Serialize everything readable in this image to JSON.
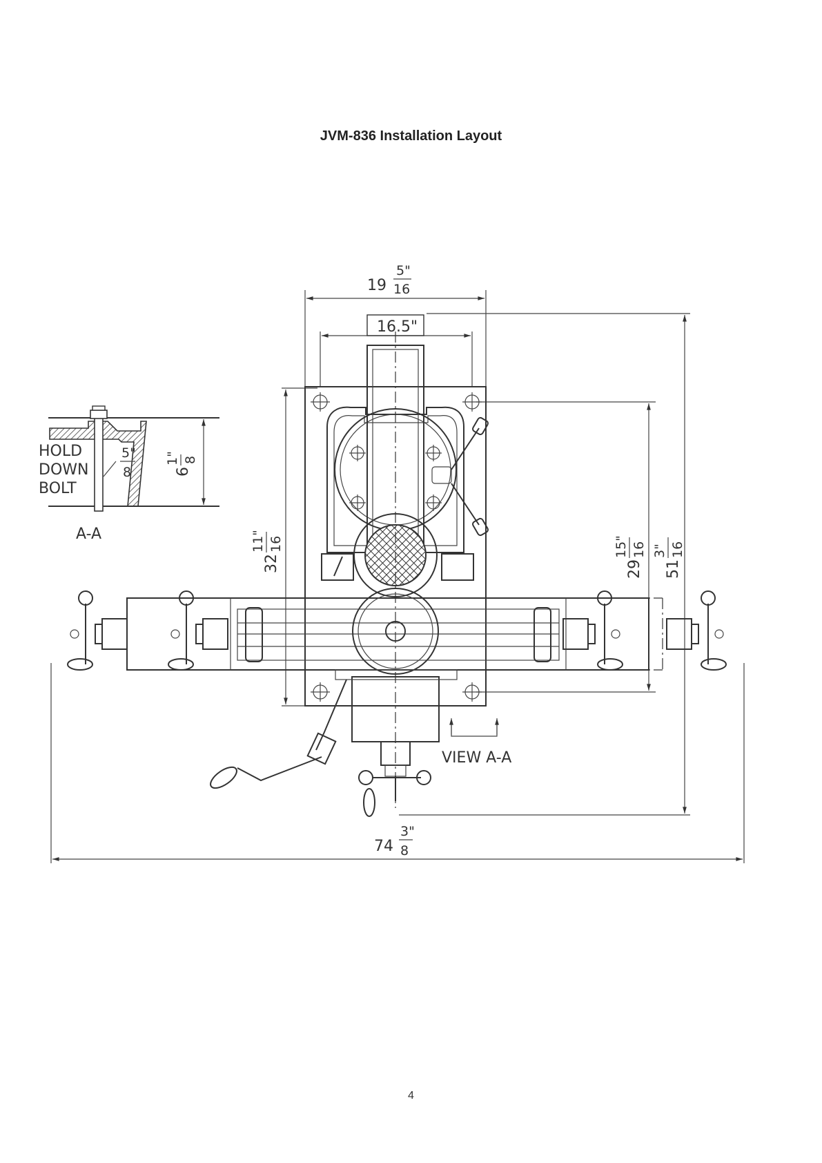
{
  "title": "JVM-836 Installation Layout",
  "page_number": "4",
  "detail": {
    "label_line1": "HOLD",
    "label_line2": "DOWN",
    "label_line3": "BOLT",
    "bolt_num": "5\"",
    "bolt_den": "8",
    "height_whole": "6",
    "height_num": "1\"",
    "height_den": "8",
    "section": "A-A"
  },
  "dimensions": {
    "base_width": {
      "whole": "19",
      "num": "5\"",
      "den": "16"
    },
    "bolt_spacing": "16.5\"",
    "base_depth": {
      "whole": "32",
      "num": "11\"",
      "den": "16"
    },
    "bolt_depth": {
      "whole": "29",
      "num": "15\"",
      "den": "16"
    },
    "overall_depth": {
      "whole": "51",
      "num": "3\"",
      "den": "16"
    },
    "overall_width": {
      "whole": "74",
      "num": "3\"",
      "den": "8"
    }
  },
  "view_label": "VIEW A-A",
  "colors": {
    "ink": "#333333",
    "paper": "#ffffff"
  }
}
